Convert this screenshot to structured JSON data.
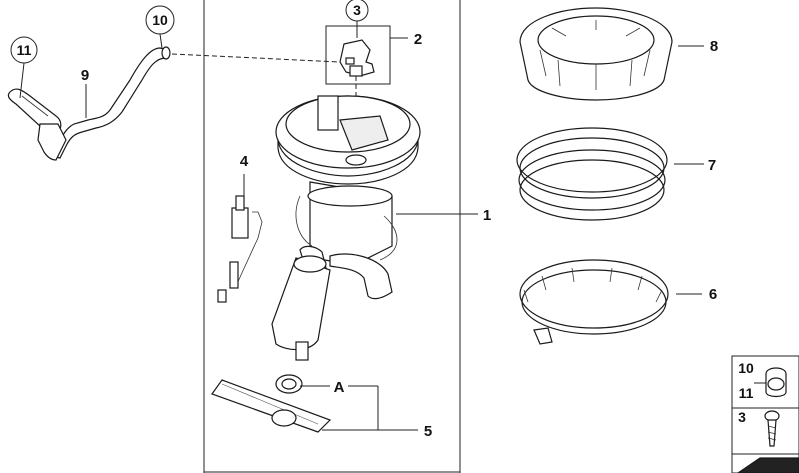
{
  "diagram": {
    "callouts": [
      {
        "id": "c1",
        "text": "1"
      },
      {
        "id": "c2",
        "text": "2"
      },
      {
        "id": "c3",
        "text": "3"
      },
      {
        "id": "c4",
        "text": "4"
      },
      {
        "id": "c5",
        "text": "5"
      },
      {
        "id": "c6",
        "text": "6"
      },
      {
        "id": "c7",
        "text": "7"
      },
      {
        "id": "c8",
        "text": "8"
      },
      {
        "id": "c9",
        "text": "9"
      },
      {
        "id": "c10",
        "text": "10"
      },
      {
        "id": "c11",
        "text": "11"
      },
      {
        "id": "cA",
        "text": "A"
      }
    ],
    "legend": {
      "row1": [
        "10",
        "11"
      ],
      "row2": "3"
    }
  }
}
